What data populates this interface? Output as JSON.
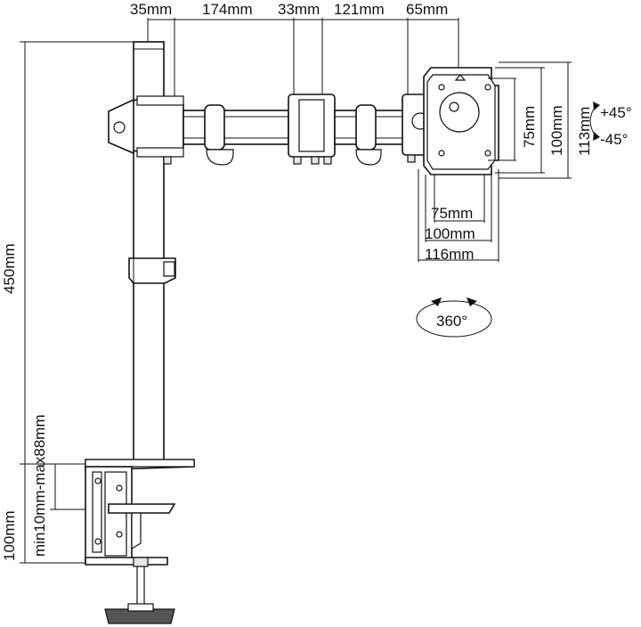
{
  "top_dimensions": [
    "35mm",
    "174mm",
    "33mm",
    "121mm",
    "65mm"
  ],
  "height_label": "450mm",
  "clamp_height_label": "100mm",
  "clamp_range_label": "min10mm-max88mm",
  "vesa_horizontal": [
    "75mm",
    "100mm",
    "116mm"
  ],
  "vesa_vertical": [
    "75mm",
    "100mm",
    "113mm"
  ],
  "tilt_labels": [
    "+45°",
    "-45°"
  ],
  "rotation_label": "360°"
}
